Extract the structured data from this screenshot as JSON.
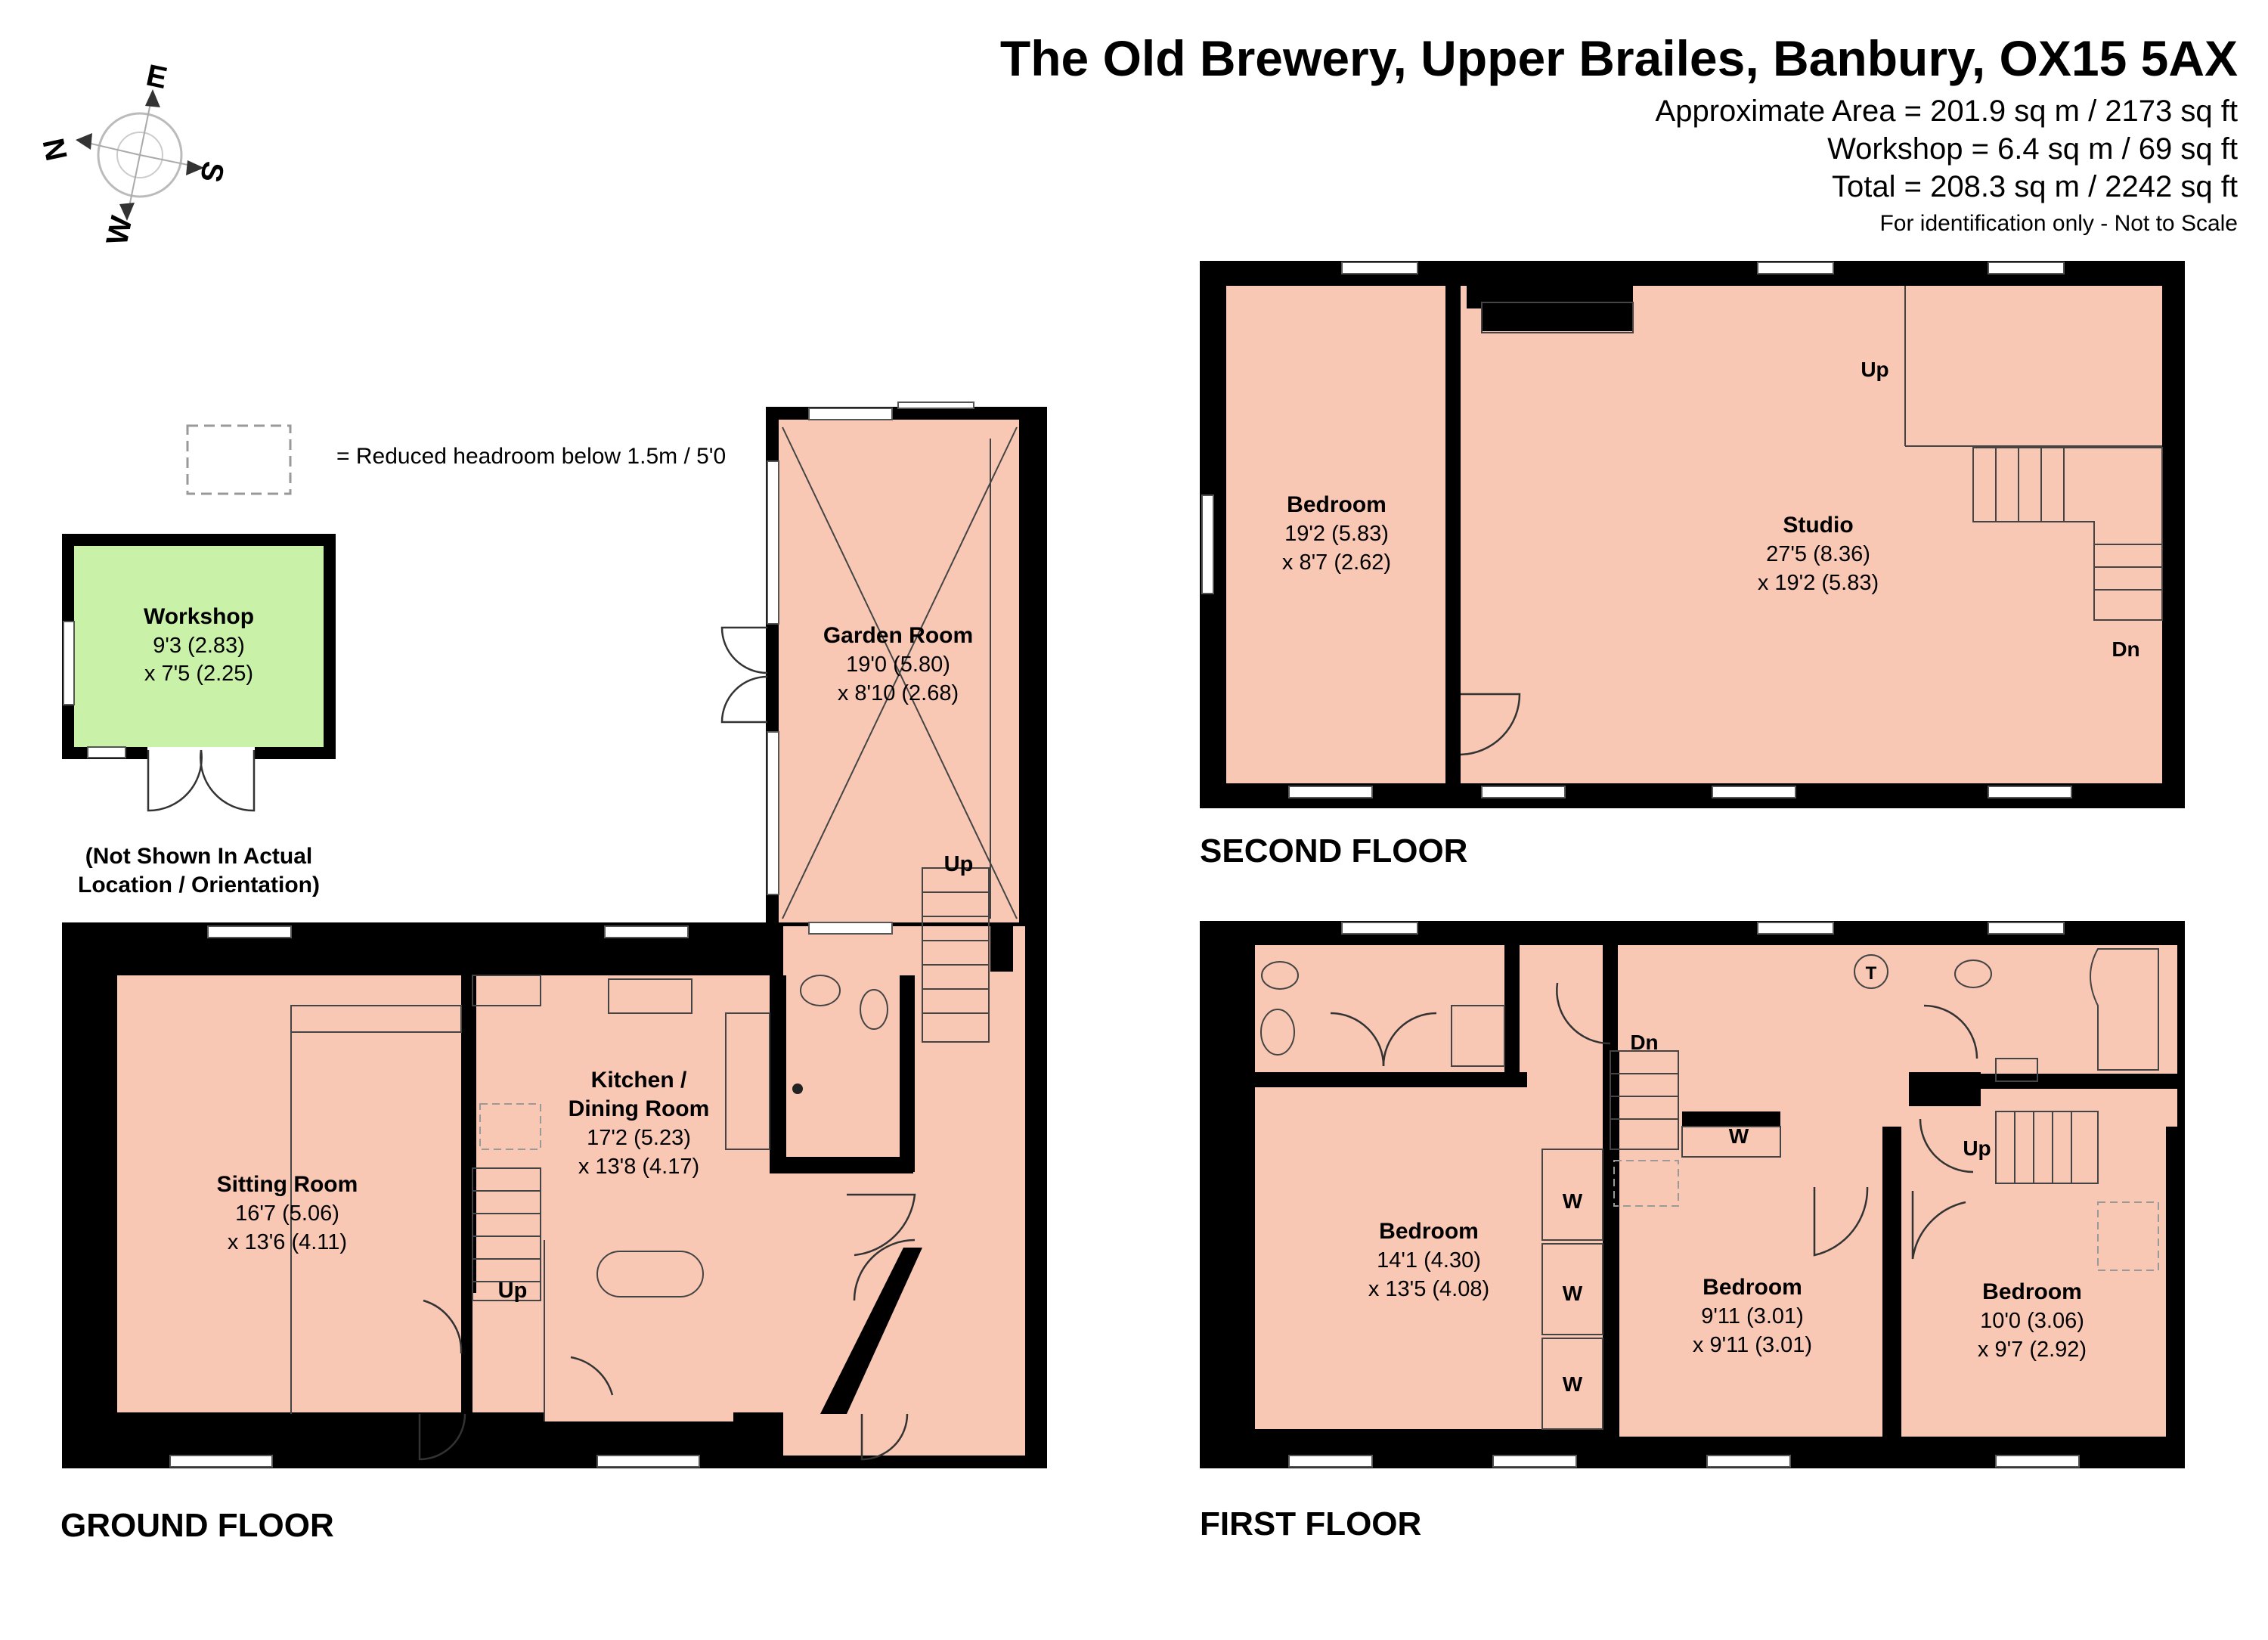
{
  "header": {
    "title": "The Old Brewery, Upper Brailes, Banbury, OX15 5AX",
    "area_line": "Approximate Area = 201.9 sq m / 2173 sq ft",
    "workshop_line": "Workshop = 6.4 sq m / 69 sq ft",
    "total_line": "Total = 208.3 sq m / 2242 sq ft",
    "disclaimer": "For identification only - Not to Scale"
  },
  "compass": {
    "n": "N",
    "e": "E",
    "s": "S",
    "w": "W"
  },
  "legend": {
    "reduced_headroom": "= Reduced headroom below 1.5m / 5'0"
  },
  "workshop": {
    "name": "Workshop",
    "dim1": "9'3 (2.83)",
    "dim2": "x 7'5 (2.25)",
    "note_line1": "(Not Shown In Actual",
    "note_line2": "Location / Orientation)"
  },
  "ground_floor": {
    "label": "GROUND FLOOR",
    "sitting_room": {
      "name": "Sitting Room",
      "dim1": "16'7 (5.06)",
      "dim2": "x 13'6 (4.11)"
    },
    "kitchen": {
      "name1": "Kitchen /",
      "name2": "Dining Room",
      "dim1": "17'2 (5.23)",
      "dim2": "x 13'8 (4.17)"
    },
    "garden_room": {
      "name": "Garden Room",
      "dim1": "19'0 (5.80)",
      "dim2": "x 8'10 (2.68)"
    },
    "stairs_up_1": "Up",
    "stairs_up_2": "Up"
  },
  "first_floor": {
    "label": "FIRST FLOOR",
    "bedroom_1": {
      "name": "Bedroom",
      "dim1": "14'1 (4.30)",
      "dim2": "x 13'5 (4.08)"
    },
    "bedroom_2": {
      "name": "Bedroom",
      "dim1": "9'11 (3.01)",
      "dim2": "x 9'11 (3.01)"
    },
    "bedroom_3": {
      "name": "Bedroom",
      "dim1": "10'0 (3.06)",
      "dim2": "x 9'7 (2.92)"
    },
    "wardrobe": "W",
    "cylinder": "T",
    "stairs_dn": "Dn",
    "stairs_up": "Up"
  },
  "second_floor": {
    "label": "SECOND FLOOR",
    "bedroom": {
      "name": "Bedroom",
      "dim1": "19'2 (5.83)",
      "dim2": "x 8'7 (2.62)"
    },
    "studio": {
      "name": "Studio",
      "dim1": "27'5 (8.36)",
      "dim2": "x 19'2 (5.83)"
    },
    "stairs_up": "Up",
    "stairs_dn": "Dn"
  },
  "colors": {
    "room": "#f8c8b4",
    "workshop": "#c9f2a8",
    "wall": "#000000"
  }
}
